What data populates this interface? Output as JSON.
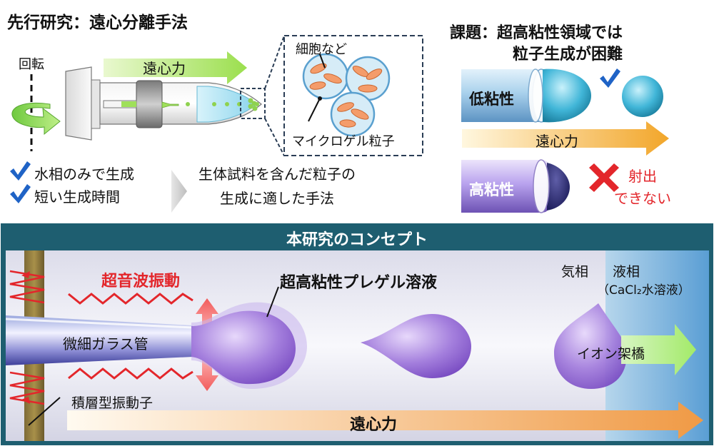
{
  "top_left": {
    "title": "先行研究：遠心分離手法",
    "rotation_label": "回転",
    "force_label": "遠心力",
    "cells_label": "細胞など",
    "microgel_label": "マイクロゲル粒子",
    "check_icon": "checkmark-icon",
    "features": [
      "水相のみで生成",
      "短い生成時間"
    ],
    "conclusion_line1": "生体試料を含んだ粒子の",
    "conclusion_line2": "生成に適した手法"
  },
  "top_right": {
    "title_line1": "課題：超高粘性領域では",
    "title_line2": "粒子生成が困難",
    "low_visc_label": "低粘性",
    "high_visc_label": "高粘性",
    "force_label": "遠心力",
    "fail_label_line1": "射出",
    "fail_label_line2": "できない",
    "success_icon": "checkmark-icon",
    "fail_icon": "cross-icon"
  },
  "concept": {
    "header": "本研究のコンセプト",
    "vibration_label": "超音波振動",
    "solution_label": "超高粘性プレゲル溶液",
    "capillary_label": "微細ガラス管",
    "piezo_label": "積層型振動子",
    "gas_label": "気相",
    "liquid_label": "液相",
    "liquid_sub": "（CaCl₂水溶液）",
    "crosslink_label": "イオン架橋",
    "force_label": "遠心力"
  },
  "colors": {
    "accent_red": "#e3262b",
    "teal_frame": "#1e5e70",
    "purple_drop": "#9b6fd6",
    "blue_check": "#1f63c6"
  }
}
